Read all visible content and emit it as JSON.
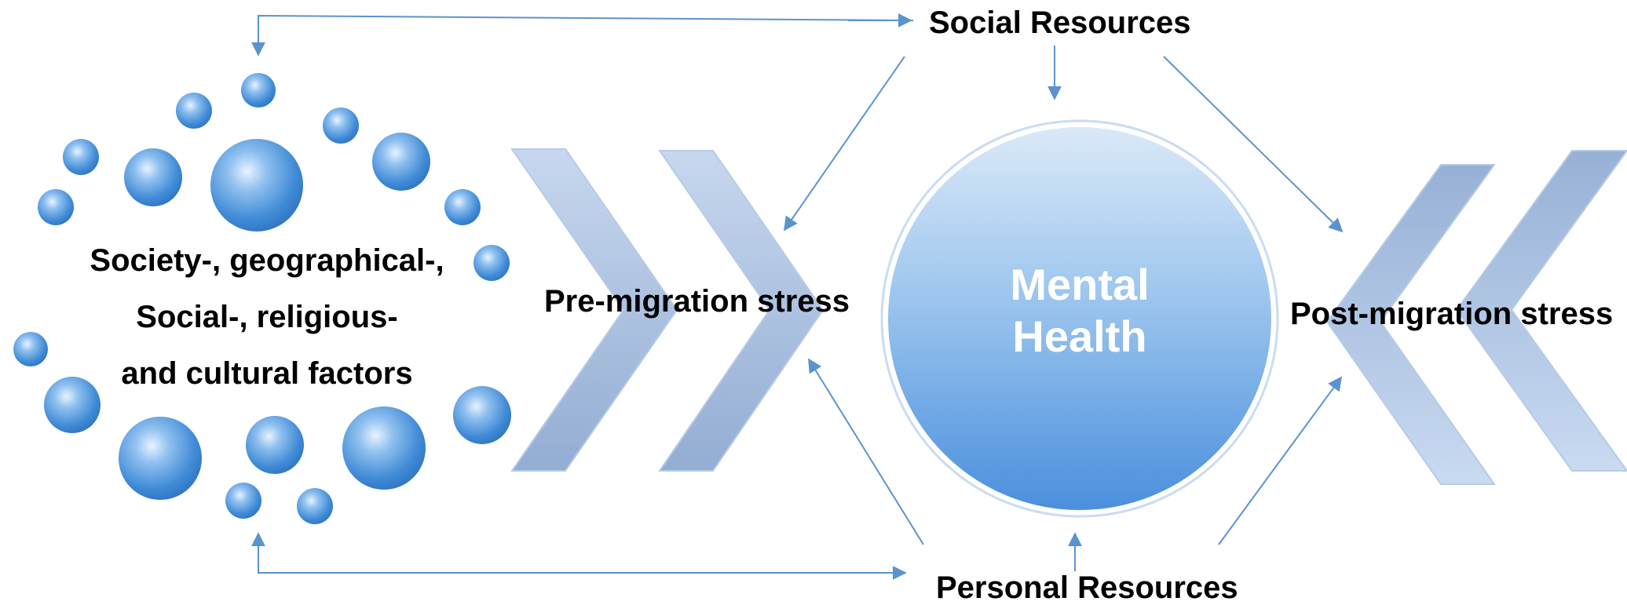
{
  "diagram": {
    "factors_lines": [
      "Society-, geographical-,",
      "Social-, religious-",
      "and cultural factors"
    ],
    "pre_migration_label": "Pre-migration stress",
    "mental_health_lines": [
      "Mental",
      "Health"
    ],
    "post_migration_label": "Post-migration stress",
    "social_resources_label": "Social Resources",
    "personal_resources_label": "Personal Resources"
  },
  "colors": {
    "bubble": "#4a8fd6",
    "chevron": "#a9c1e3",
    "arrow": "#5b93cf",
    "circle_top": "#d6e6f7",
    "circle_bottom": "#4b90de"
  }
}
